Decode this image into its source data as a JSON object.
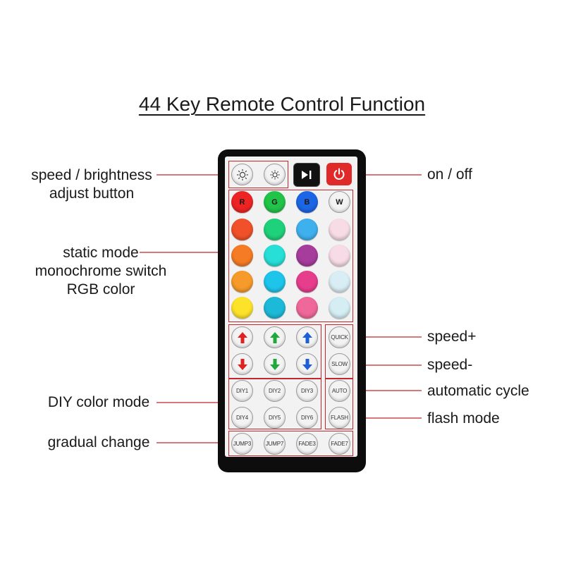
{
  "title": "44 Key Remote Control Function",
  "labels": {
    "speed_brightness_line1": "speed / brightness",
    "speed_brightness_line2": "adjust button",
    "on_off": "on / off",
    "static_line1": "static mode",
    "static_line2": "monochrome switch",
    "static_line3": "RGB color",
    "speed_plus": "speed+",
    "speed_minus": "speed-",
    "automatic_cycle": "automatic cycle",
    "diy_color_mode": "DIY color mode",
    "flash_mode": "flash mode",
    "gradual_change": "gradual change"
  },
  "keys": {
    "r": "R",
    "g": "G",
    "b": "B",
    "w": "W",
    "quick": "QUICK",
    "slow": "SLOW",
    "auto": "AUTO",
    "flash": "FLASH",
    "diy1": "DIY1",
    "diy2": "DIY2",
    "diy3": "DIY3",
    "diy4": "DIY4",
    "diy5": "DIY5",
    "diy6": "DIY6",
    "jump3": "JUMP3",
    "jump7": "JUMP7",
    "fade3": "FADE3",
    "fade7": "FADE7"
  },
  "colors": {
    "remote_body": "#0d0d0d",
    "callout": "#c4262c",
    "power": "#e02a2a",
    "red": "#ee2424",
    "green": "#21c449",
    "blue": "#1c66e6",
    "grid": [
      [
        "#f0512a",
        "#1fd17a",
        "#3fb0ee",
        "#f7dce6"
      ],
      [
        "#f57c24",
        "#27dfd6",
        "#a63c9c",
        "#f7dbe6"
      ],
      [
        "#f69a2a",
        "#1ec4ea",
        "#e63d8d",
        "#d9eef4"
      ],
      [
        "#fde22a",
        "#1cb9d8",
        "#f0679a",
        "#d4eef4"
      ]
    ]
  }
}
